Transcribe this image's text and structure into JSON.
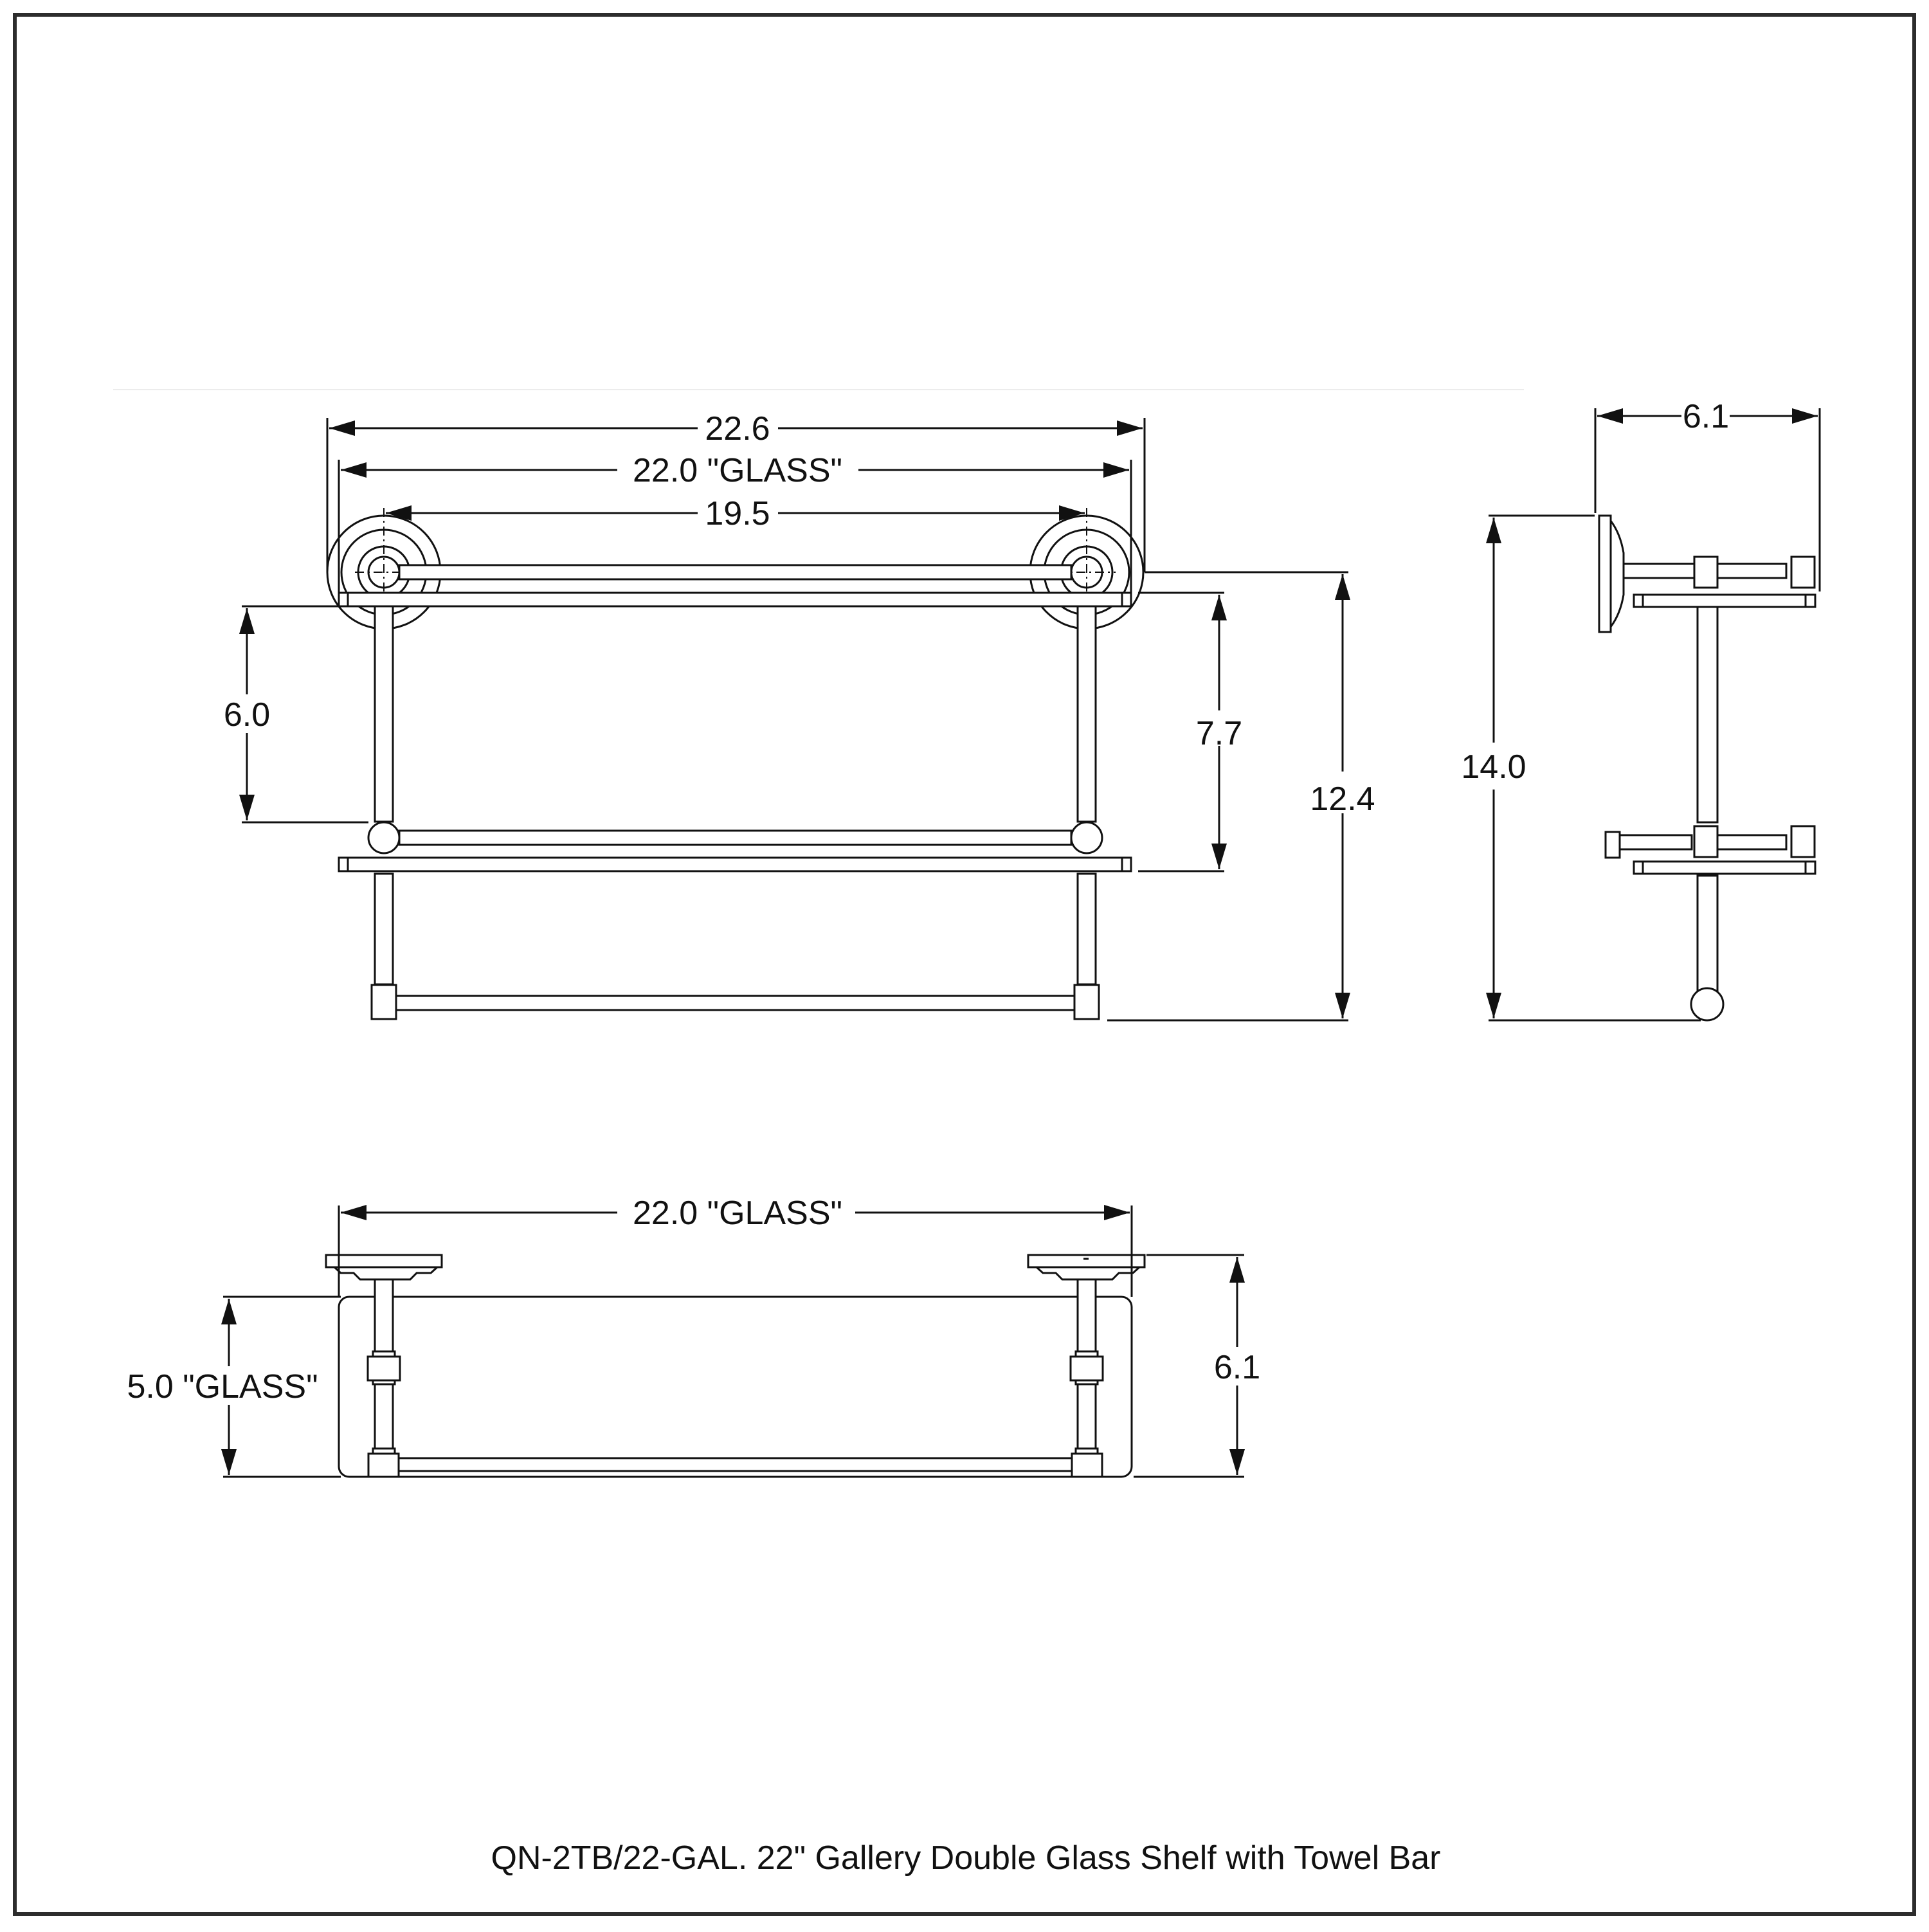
{
  "drawing": {
    "title": "QN-2TB/22-GAL. 22\" Gallery Double Glass Shelf with Towel Bar",
    "colors": {
      "line": "#111111",
      "frame": "#2d2d2d",
      "background": "#ffffff"
    },
    "units": "inches"
  },
  "front_view": {
    "dimensions": {
      "overall_width": "22.6",
      "glass_width": "22.0 \"GLASS\"",
      "post_centers": "19.5",
      "shelf_spacing": "6.0",
      "shelf_to_mount_center": "7.7",
      "overall_height": "12.4"
    }
  },
  "side_view": {
    "dimensions": {
      "depth": "6.1",
      "overall_height": "14.0"
    }
  },
  "top_view": {
    "dimensions": {
      "glass_width": "22.0 \"GLASS\"",
      "glass_depth": "5.0 \"GLASS\"",
      "overall_depth": "6.1"
    }
  }
}
